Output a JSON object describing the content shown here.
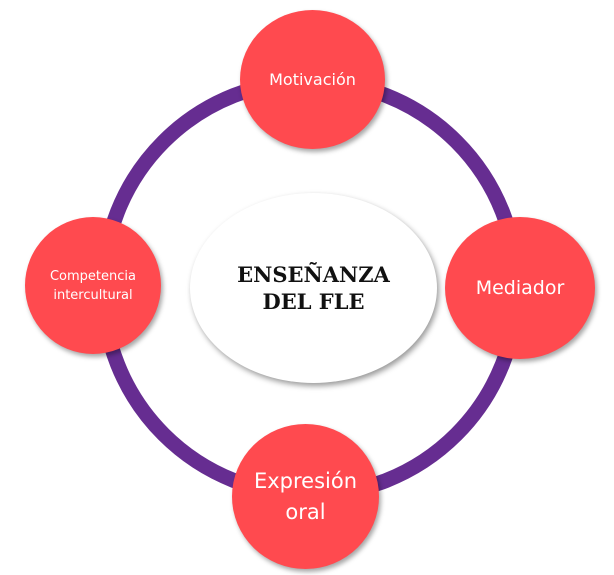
{
  "diagram": {
    "center": {
      "line1": "ENSEÑANZA",
      "line2": "DEL FLE"
    },
    "nodes": [
      {
        "id": "motivacion",
        "label": "Motivación"
      },
      {
        "id": "mediador",
        "label": "Mediador"
      },
      {
        "id": "expresion-oral",
        "line1": "Expresión",
        "line2": "oral"
      },
      {
        "id": "competencia-intercultural",
        "line1": "Competencia",
        "line2": "intercultural"
      }
    ],
    "colors": {
      "ring": "#662d91",
      "node": "#ff4a4f",
      "center": "#ffffff"
    }
  }
}
